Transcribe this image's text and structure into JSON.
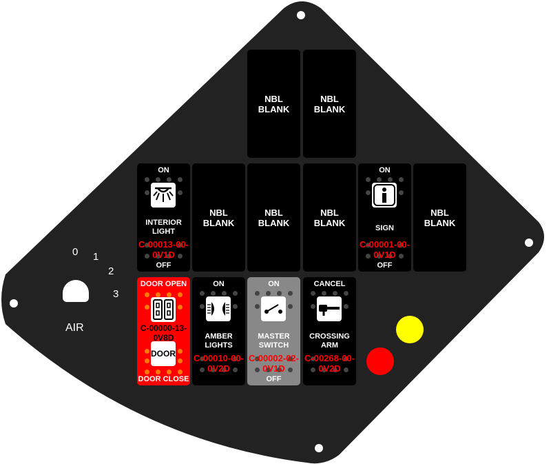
{
  "knob": {
    "label": "AIR",
    "positions": [
      "0",
      "1",
      "2",
      "3"
    ]
  },
  "blank": {
    "line1": "NBL",
    "line2": "BLANK"
  },
  "switches": {
    "interior_light": {
      "top": "ON",
      "name1": "INTERIOR",
      "name2": "LIGHT",
      "code1": "C-00013-00-",
      "code2": "0V1D",
      "bottom": "OFF"
    },
    "sign": {
      "top": "ON",
      "name1": "SIGN",
      "code1": "C-00001-00-",
      "code2": "0V1D",
      "bottom": "OFF"
    },
    "door": {
      "top": "DOOR OPEN",
      "code1": "C-00000-13-",
      "code2": "0V8D",
      "door_label": "DOOR",
      "bottom": "DOOR CLOSE"
    },
    "amber_lights": {
      "top": "ON",
      "name1": "AMBER",
      "name2": "LIGHTS",
      "code1": "C-00010-00-",
      "code2": "0V2D"
    },
    "master_switch": {
      "top": "ON",
      "name1": "MASTER",
      "name2": "SWITCH",
      "code1": "C-00002-02-",
      "code2": "0V1D",
      "bottom": "OFF"
    },
    "crossing_arm": {
      "top": "CANCEL",
      "name1": "CROSSING",
      "name2": "ARM",
      "code1": "C-00268-00-",
      "code2": "0V2D"
    }
  },
  "colors": {
    "panel": "#222222",
    "door_switch": "#ff0000",
    "master_switch": "#888888",
    "yellow_button": "#ffff00",
    "red_button": "#ff0000"
  }
}
